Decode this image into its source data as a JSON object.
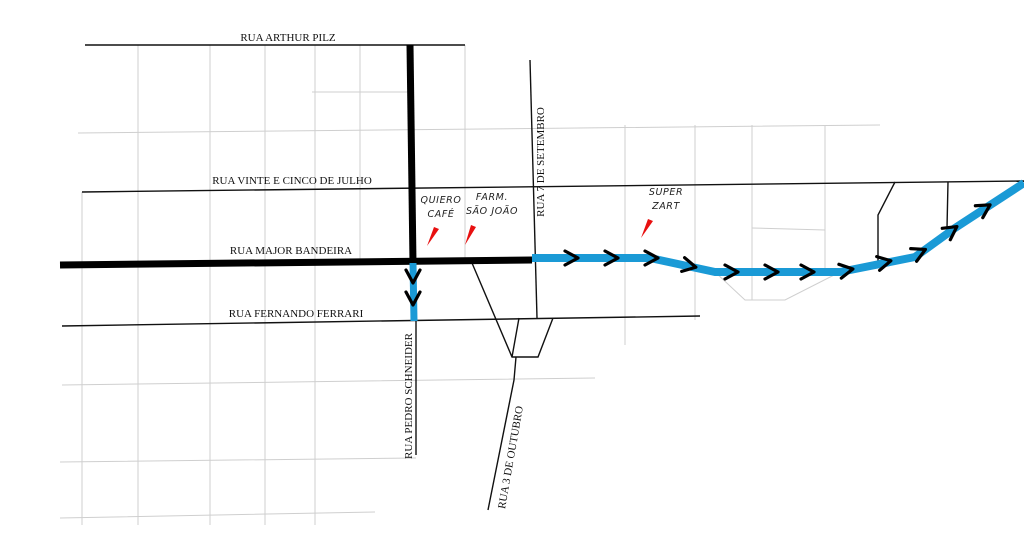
{
  "streets": {
    "arthur_pilz": "RUA ARTHUR PILZ",
    "vinte_cinco_julho": "RUA VINTE E CINCO DE JULHO",
    "major_bandeira": "RUA MAJOR BANDEIRA",
    "fernando_ferrari": "RUA FERNANDO FERRARI",
    "pedro_schneider": "RUA PEDRO SCHNEIDER",
    "sete_setembro": "RUA 7 DE SETEMBRO",
    "tres_outubro": "RUA 3 DE OUTUBRO"
  },
  "places": [
    {
      "line1": "QUIERO",
      "line2": "CAFÉ"
    },
    {
      "line1": "FARM.",
      "line2": "SÃO JOÃO"
    },
    {
      "line1": "SUPER",
      "line2": "ZART"
    }
  ],
  "colors": {
    "route": "#1a9ad6",
    "main_road": "#000000",
    "marker": "#e81010"
  }
}
